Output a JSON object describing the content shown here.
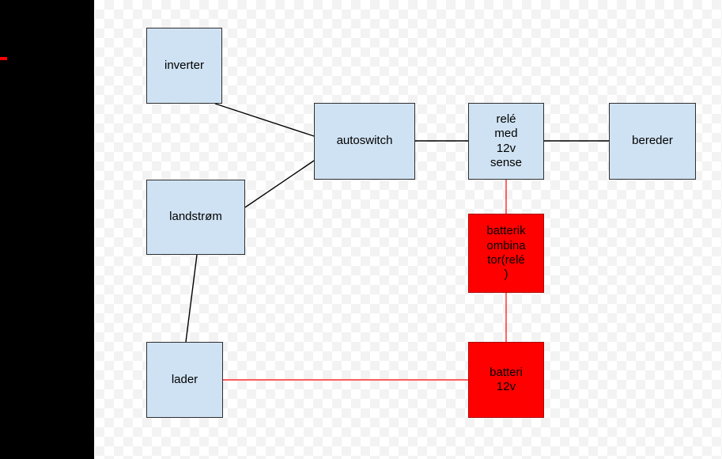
{
  "canvas": {
    "background": "#ffffff",
    "checker_color": "#f3f3f3",
    "sidebar_color": "#000000",
    "sidebar_marker_color": "#ff0000"
  },
  "diagram": {
    "nodes": [
      {
        "id": "inverter",
        "label": "inverter",
        "fill": "#cfe2f3",
        "border": "#2e2e2e",
        "text_color": "#000000"
      },
      {
        "id": "autoswitch",
        "label": "autoswitch",
        "fill": "#cfe2f3",
        "border": "#2e2e2e",
        "text_color": "#000000"
      },
      {
        "id": "landstrom",
        "label": "landstrøm",
        "fill": "#cfe2f3",
        "border": "#2e2e2e",
        "text_color": "#000000"
      },
      {
        "id": "lader",
        "label": "lader",
        "fill": "#cfe2f3",
        "border": "#2e2e2e",
        "text_color": "#000000"
      },
      {
        "id": "rele-med-12v-sense",
        "label": "relé\nmed\n12v\nsense",
        "fill": "#cfe2f3",
        "border": "#2e2e2e",
        "text_color": "#000000"
      },
      {
        "id": "bereder",
        "label": "bereder",
        "fill": "#cfe2f3",
        "border": "#2e2e2e",
        "text_color": "#000000"
      },
      {
        "id": "batterikombinator",
        "label": "batterik\nombina\ntor(relé\n)",
        "fill": "#ff0000",
        "border": "#b00000",
        "text_color": "#000000"
      },
      {
        "id": "batteri-12v",
        "label": "batteri\n12v",
        "fill": "#ff0000",
        "border": "#b00000",
        "text_color": "#000000"
      }
    ],
    "edges": [
      {
        "from": "inverter",
        "to": "autoswitch",
        "color": "#000000"
      },
      {
        "from": "landstrom",
        "to": "autoswitch",
        "color": "#000000"
      },
      {
        "from": "autoswitch",
        "to": "rele-med-12v-sense",
        "color": "#000000"
      },
      {
        "from": "rele-med-12v-sense",
        "to": "bereder",
        "color": "#000000"
      },
      {
        "from": "rele-med-12v-sense",
        "to": "batterikombinator",
        "color": "#ff0000"
      },
      {
        "from": "batterikombinator",
        "to": "batteri-12v",
        "color": "#ff0000"
      },
      {
        "from": "landstrom",
        "to": "lader",
        "color": "#000000"
      },
      {
        "from": "lader",
        "to": "batteri-12v",
        "color": "#ff0000"
      }
    ]
  }
}
